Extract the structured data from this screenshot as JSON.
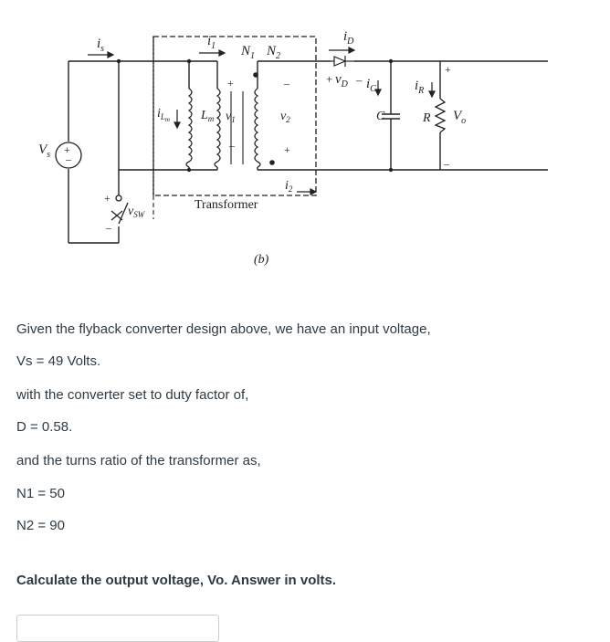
{
  "figure": {
    "labels": {
      "is": "i",
      "is_sub": "s",
      "i1": "i",
      "i1_sub": "1",
      "n1": "N",
      "n1_sub": "1",
      "n2": "N",
      "n2_sub": "2",
      "iD": "i",
      "iD_sub": "D",
      "vD_plus": "+",
      "vD": "v",
      "vD_sub": "D",
      "vD_minus": "–",
      "ic": "i",
      "ic_sub": "C",
      "iR": "i",
      "iR_sub": "R",
      "vo_plus": "+",
      "vo": "V",
      "vo_sub": "o",
      "vo_minus": "–",
      "iLm": "i",
      "iLm_sub": "L",
      "iLm_subsub": "m",
      "Lm": "L",
      "Lm_sub": "m",
      "v1": "v",
      "v1_sub": "1",
      "v2": "v",
      "v2_sub": "2",
      "cap": "C",
      "res": "R",
      "prim_plus": "+",
      "prim_minus": "–",
      "sec_minus": "–",
      "sec_plus": "+",
      "vs": "V",
      "vs_sub": "s",
      "src_plus": "+",
      "src_minus": "–",
      "sw_plus": "+",
      "sw_minus": "–",
      "vsw": "v",
      "vsw_sub": "SW",
      "i2": "i",
      "i2_sub": "2",
      "transformer": "Transformer",
      "caption": "(b)"
    }
  },
  "question": {
    "line1": "Given the flyback converter design above, we have an input voltage,",
    "line2": "Vs = 49 Volts.",
    "line3": "with the converter set to duty factor of,",
    "line4": "D = 0.58.",
    "line5": "and the turns ratio of the transformer as,",
    "line6": "N1 = 50",
    "line7": "N2 = 90",
    "prompt": "Calculate the output voltage, Vo. Answer in volts."
  }
}
